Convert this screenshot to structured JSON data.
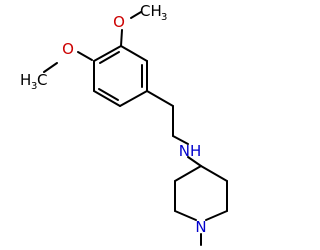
{
  "molecule": {
    "atom_labels": {
      "o_top": "O",
      "methyl_top": "CH",
      "methyl_top_sub": "3",
      "o_left": "O",
      "methyl_left_prefix": "H",
      "methyl_left_sub": "3",
      "methyl_left": "C",
      "amine_nh": "NH",
      "ring_n": "N"
    },
    "colors": {
      "bond": "#000000",
      "oxygen": "#cc0000",
      "nitrogen": "#0000cc",
      "background": "#ffffff"
    }
  }
}
